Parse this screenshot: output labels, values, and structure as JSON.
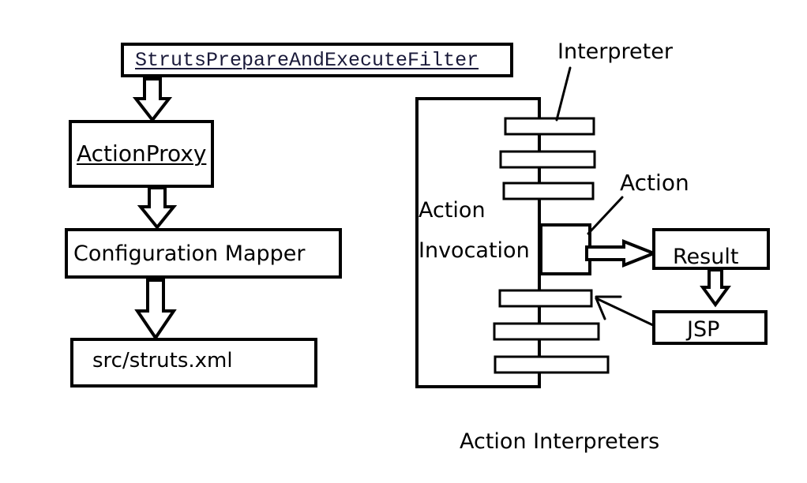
{
  "left_chain": {
    "filter_label": "StrutsPrepareAndExecuteFilter",
    "action_proxy_label": "ActionProxy",
    "configuration_mapper_label": "Configuration Mapper",
    "struts_xml_label": "src/struts.xml"
  },
  "right_block": {
    "interpreter_label": "Interpreter",
    "action_invocation_line1": "Action",
    "action_invocation_line2": "Invocation",
    "action_label": "Action",
    "result_label": "Result",
    "jsp_label": "JSP",
    "caption": "Action Interpreters"
  },
  "colors": {
    "stroke": "#000000",
    "background": "#ffffff",
    "link_text": "#1a1a3a"
  }
}
